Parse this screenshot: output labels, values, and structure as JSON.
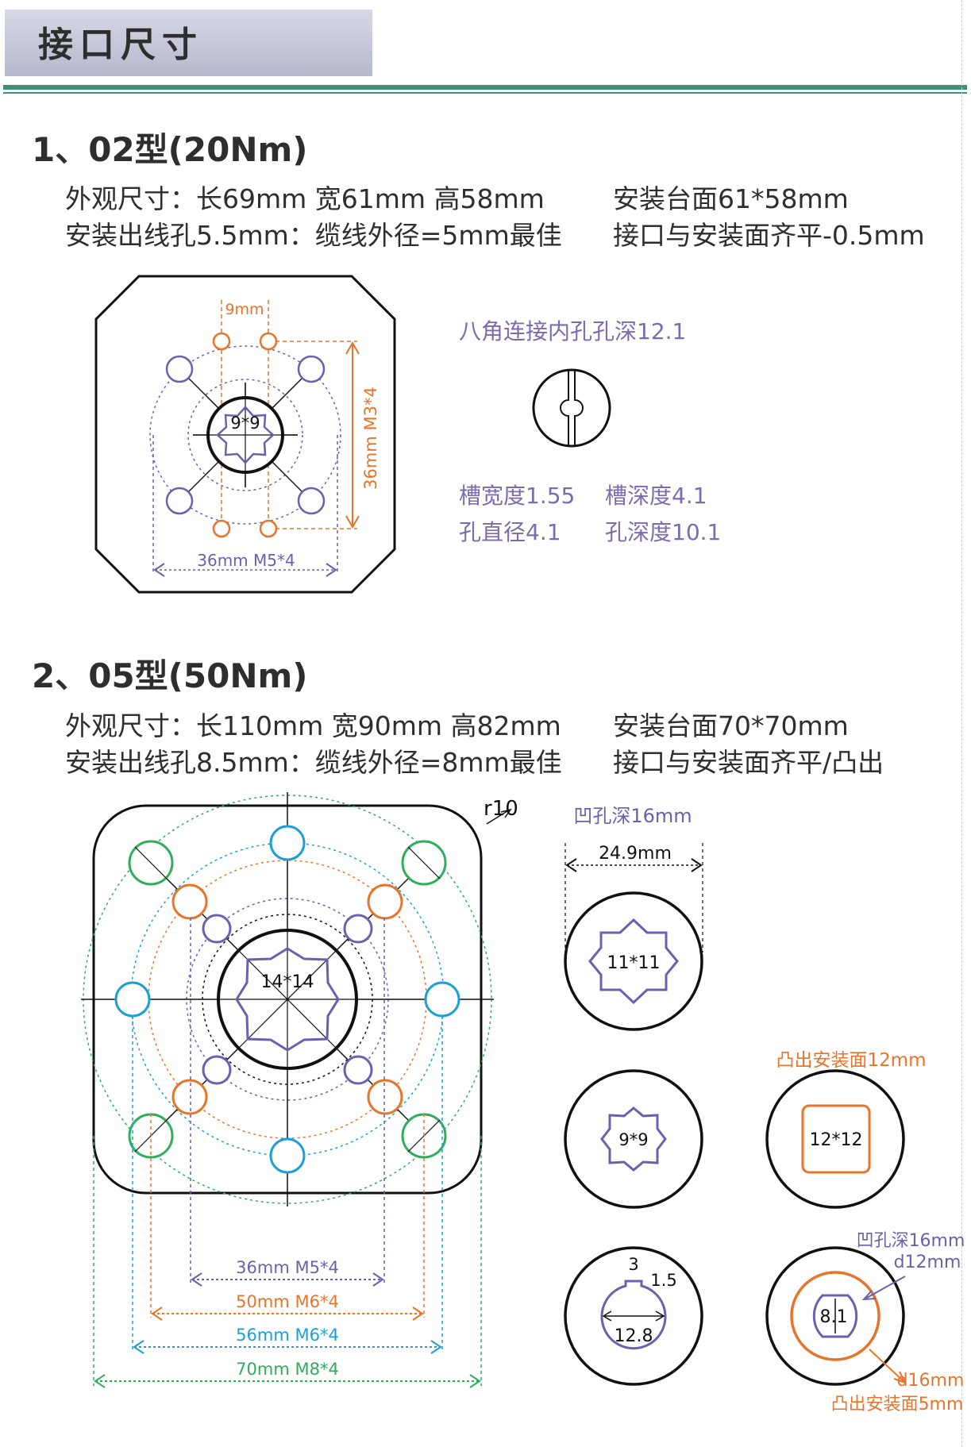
{
  "header": {
    "title": "接口尺寸"
  },
  "section1": {
    "title": "1、02型(20Nm)",
    "dims": "外观尺寸：长69mm 宽61mm 高58mm",
    "platform": "安装台面61*58mm",
    "cable": "安装出线孔5.5mm：缆线外径=5mm最佳",
    "flush": "接口与安装面齐平-0.5mm",
    "octagon_label": "9*9",
    "dim_top": "9mm",
    "dim_right": "36mm  M3*4",
    "dim_bottom": "36mm  M5*4",
    "note_title": "八角连接内孔孔深12.1",
    "note_slot_width": "槽宽度1.55",
    "note_slot_depth": "槽深度4.1",
    "note_hole_dia": "孔直径4.1",
    "note_hole_depth": "孔深度10.1"
  },
  "section2": {
    "title": "2、05型(50Nm)",
    "dims": "外观尺寸：长110mm 宽90mm 高82mm",
    "platform": "安装台面70*70mm",
    "cable": "安装出线孔8.5mm：缆线外径=8mm最佳",
    "flush": "接口与安装面齐平/凸出",
    "radius_label": "r10",
    "center_label": "14*14",
    "dim_36": "36mm  M5*4",
    "dim_50": "50mm  M6*4",
    "dim_56": "56mm  M6*4",
    "dim_70": "70mm  M8*4",
    "recess_title": "凹孔深16mm",
    "recess_width": "24.9mm",
    "star_11": "11*11",
    "star_9": "9*9",
    "boss_title": "凸出安装面12mm",
    "square_12": "12*12",
    "keyed_3": "3",
    "keyed_15": "1.5",
    "keyed_128": "12.8",
    "flat_label": "8.1",
    "flat_recess": "凹孔深16mm",
    "flat_d12": "d12mm",
    "flat_d16": "d16mm",
    "flat_boss": "凸出安装面5mm"
  },
  "colors": {
    "purple": "#6d5fb0",
    "orange": "#e8742a",
    "blue": "#1aa0d6",
    "green": "#2eae5a",
    "black": "#111111",
    "accent_bar": "#3f8f78"
  }
}
